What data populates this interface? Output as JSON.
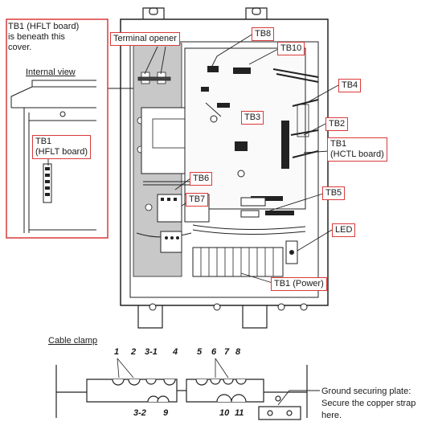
{
  "tb1_hflt_note": {
    "line1": "TB1 (HFLT board)",
    "line2": "is beneath this",
    "line3": "cover."
  },
  "internal_view": {
    "title": "Internal view",
    "tb1_line1": "TB1",
    "tb1_line2": "(HFLT board)"
  },
  "labels": {
    "terminal_opener": "Terminal opener",
    "tb8": "TB8",
    "tb10": "TB10",
    "tb3": "TB3",
    "tb4": "TB4",
    "tb2": "TB2",
    "tb1_hctl_line1": "TB1",
    "tb1_hctl_line2": "(HCTL board)",
    "tb6": "TB6",
    "tb7": "TB7",
    "tb5": "TB5",
    "led": "LED",
    "tb1_power": "TB1 (Power)"
  },
  "cable_clamp": {
    "title": "Cable clamp",
    "numbers": {
      "n1": "1",
      "n2": "2",
      "n3_1": "3-1",
      "n4": "4",
      "n5": "5",
      "n6": "6",
      "n7": "7",
      "n8": "8",
      "n3_2": "3-2",
      "n9": "9",
      "n10": "10",
      "n11": "11"
    }
  },
  "ground_plate": {
    "line1": "Ground securing plate:",
    "line2": "Secure the copper strap",
    "line3": "here."
  },
  "colors": {
    "accent": "#d93a3a",
    "line": "#222222",
    "shade": "#c8c8c8"
  }
}
